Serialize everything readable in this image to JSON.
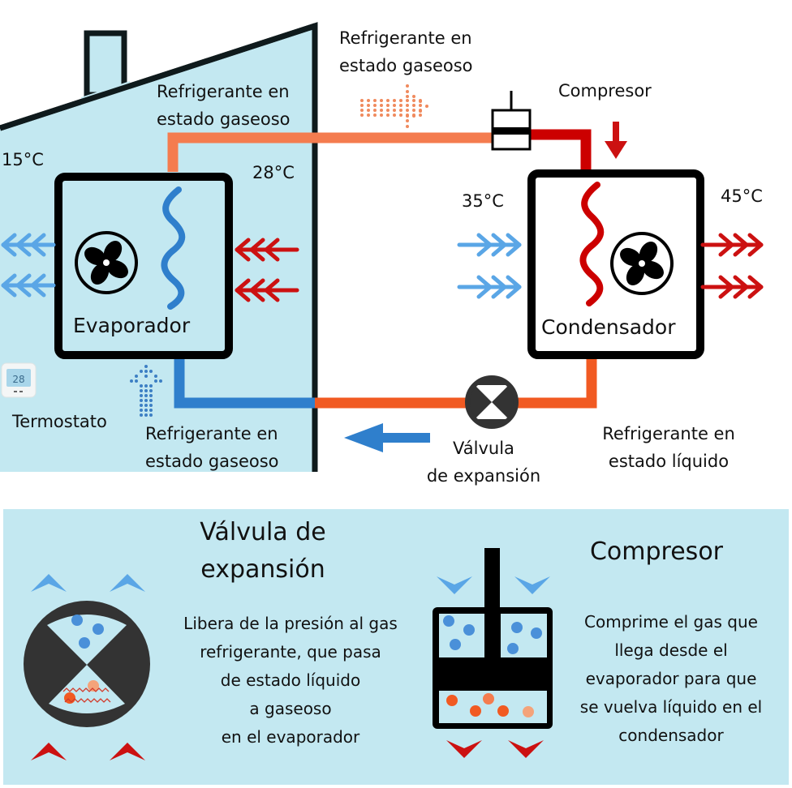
{
  "diagram": {
    "title": "Ciclo de bomba de calor",
    "colors": {
      "house_fill": "#c3e8f1",
      "outline": "#0f1a1c",
      "hot_gas_pipe": "#f47c4f",
      "compressed_pipe": "#cc0000",
      "liquid_pipe": "#f15a22",
      "cold_pipe": "#2f7fcc",
      "cold_air": "#5aa6e6",
      "hot_air": "#cc1111"
    },
    "labels": {
      "gas_top_left": [
        "Refrigerante en",
        "estado gaseoso"
      ],
      "gas_top_center": [
        "Refrigerante en",
        "estado gaseoso"
      ],
      "compressor": "Compresor",
      "temp_outside_evap": "15°C",
      "temp_inside_evap": "28°C",
      "temp_cond_in": "35°C",
      "temp_cond_out": "45°C",
      "evaporator": "Evaporador",
      "condenser": "Condensador",
      "thermostat": "Termostato",
      "gas_bottom": [
        "Refrigerante en",
        "estado gaseoso"
      ],
      "valve": [
        "Válvula",
        "de expansión"
      ],
      "liquid": [
        "Refrigerante en",
        "estado líquido"
      ]
    }
  },
  "panel": {
    "valve": {
      "title": [
        "Válvula de",
        "expansión"
      ],
      "description": [
        "Libera de la presión al gas",
        "refrigerante, que pasa",
        "de estado líquido",
        "a gaseoso",
        "en el evaporador"
      ]
    },
    "compressor": {
      "title": "Compresor",
      "description": [
        "Comprime el gas que",
        "llega desde el",
        "evaporador para que",
        "se vuelva líquido en el",
        "condensador"
      ]
    }
  }
}
